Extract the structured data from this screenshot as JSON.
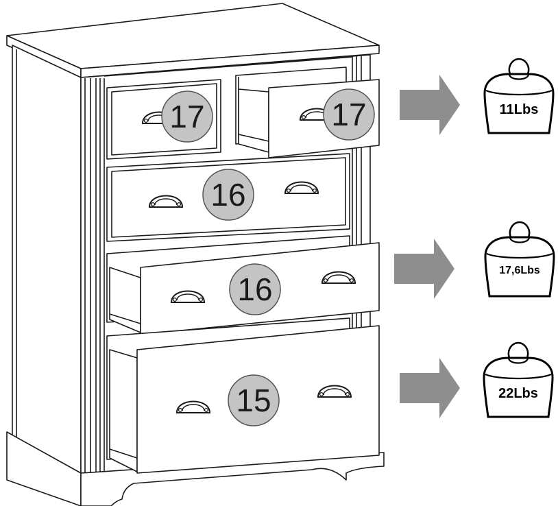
{
  "parts": [
    {
      "id": "top-left-drawer",
      "number": "17"
    },
    {
      "id": "top-right-drawer",
      "number": "17"
    },
    {
      "id": "second-drawer",
      "number": "16"
    },
    {
      "id": "third-drawer",
      "number": "16"
    },
    {
      "id": "bottom-drawer",
      "number": "15"
    }
  ],
  "weights": [
    {
      "label": "11Lbs"
    },
    {
      "label": "17,6Lbs"
    },
    {
      "label": "22Lbs"
    }
  ],
  "colors": {
    "line": "#1a1a1a",
    "badge_fill": "#c4c4c4",
    "arrow_fill": "#8e8e8e",
    "background": "#ffffff"
  },
  "icons": {
    "handle": "cup-handle-icon",
    "arrow": "right-arrow-icon",
    "weight": "weight-icon"
  }
}
